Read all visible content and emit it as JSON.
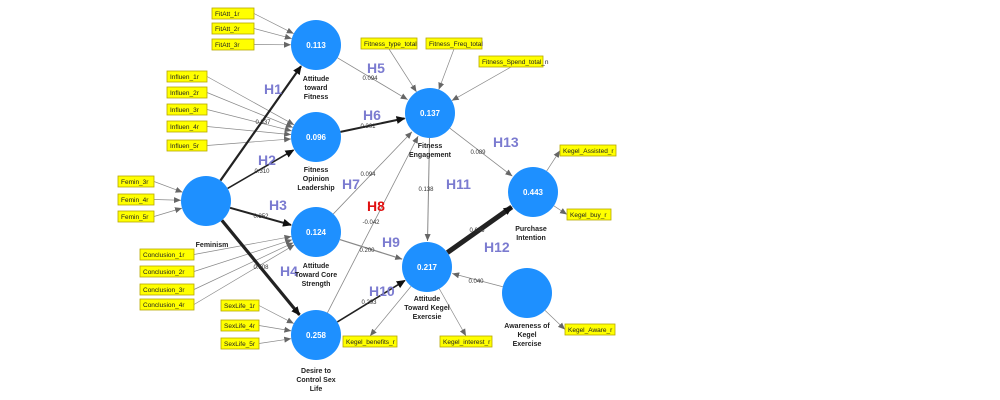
{
  "colors": {
    "construct": "#1e90ff",
    "indicator": "#ffff00",
    "hypothesis": "#7b7bd0",
    "hypothesis_alert": "#e01010"
  },
  "constructs": [
    {
      "id": "feminism",
      "r2": "",
      "label": [
        "",
        "Feminism"
      ]
    },
    {
      "id": "att_fitness",
      "r2": "0.113",
      "label": [
        "Attitude",
        "toward",
        "Fitness"
      ]
    },
    {
      "id": "fol",
      "r2": "0.096",
      "label": [
        "Fitness",
        "Opinion",
        "Leadership"
      ]
    },
    {
      "id": "core",
      "r2": "0.124",
      "label": [
        "Attitude",
        "Toward Core",
        "Strength"
      ]
    },
    {
      "id": "sexlife",
      "r2": "0.258",
      "label": [
        "Desire to",
        "Control Sex",
        "Life"
      ]
    },
    {
      "id": "engage",
      "r2": "0.137",
      "label": [
        "Fitness",
        "Engagement"
      ]
    },
    {
      "id": "kegel",
      "r2": "0.217",
      "label": [
        "Attitude",
        "Toward Kegel",
        "Exercsie"
      ]
    },
    {
      "id": "purchase",
      "r2": "0.443",
      "label": [
        "Purchase",
        "Intention"
      ]
    },
    {
      "id": "aware",
      "r2": "",
      "label": [
        "Awareness of",
        "Kegel",
        "Exercise"
      ]
    }
  ],
  "indicators": [
    {
      "id": "fitatt1",
      "text": "FitAtt_1r",
      "construct": "att_fitness"
    },
    {
      "id": "fitatt2",
      "text": "FitAtt_2r",
      "construct": "att_fitness"
    },
    {
      "id": "fitatt3",
      "text": "FitAtt_3r",
      "construct": "att_fitness"
    },
    {
      "id": "infl1",
      "text": "Influen_1r",
      "construct": "fol"
    },
    {
      "id": "infl2",
      "text": "Influen_2r",
      "construct": "fol"
    },
    {
      "id": "infl3",
      "text": "Influen_3r",
      "construct": "fol"
    },
    {
      "id": "infl4",
      "text": "Influen_4r",
      "construct": "fol"
    },
    {
      "id": "infl5",
      "text": "Influen_5r",
      "construct": "fol"
    },
    {
      "id": "fem3",
      "text": "Femin_3r",
      "construct": "feminism"
    },
    {
      "id": "fem4",
      "text": "Femin_4r",
      "construct": "feminism"
    },
    {
      "id": "fem5",
      "text": "Femin_5r",
      "construct": "feminism"
    },
    {
      "id": "conc1",
      "text": "Conclusion_1r",
      "construct": "core"
    },
    {
      "id": "conc2",
      "text": "Conclusion_2r",
      "construct": "core"
    },
    {
      "id": "conc3",
      "text": "Conclusion_3r",
      "construct": "core"
    },
    {
      "id": "conc4",
      "text": "Conclusion_4r",
      "construct": "core"
    },
    {
      "id": "sex1",
      "text": "SexLife_1r",
      "construct": "sexlife"
    },
    {
      "id": "sex4",
      "text": "SexLife_4r",
      "construct": "sexlife"
    },
    {
      "id": "sex5",
      "text": "SexLife_5r",
      "construct": "sexlife"
    },
    {
      "id": "ftype",
      "text": "Fitness_type_total",
      "construct": "engage"
    },
    {
      "id": "ffreq",
      "text": "Fitness_Freq_total",
      "construct": "engage"
    },
    {
      "id": "fspend",
      "text": "Fitness_Spend_total_n",
      "construct": "engage"
    },
    {
      "id": "kben",
      "text": "Kegel_benefits_r",
      "construct": "kegel"
    },
    {
      "id": "kint",
      "text": "Kegel_interest_r",
      "construct": "kegel"
    },
    {
      "id": "kassist",
      "text": "Kegel_Assisted_r",
      "construct": "purchase"
    },
    {
      "id": "kbuy",
      "text": "Kegel_buy_r",
      "construct": "purchase"
    },
    {
      "id": "kaware",
      "text": "Kegel_Aware_r",
      "construct": "aware"
    }
  ],
  "paths": [
    {
      "id": "p1",
      "from": "feminism",
      "to": "att_fitness",
      "coef": "0.337",
      "hyp": "H1"
    },
    {
      "id": "p2",
      "from": "feminism",
      "to": "fol",
      "coef": "0.310",
      "hyp": "H2"
    },
    {
      "id": "p3",
      "from": "feminism",
      "to": "core",
      "coef": "0.352",
      "hyp": "H3"
    },
    {
      "id": "p4",
      "from": "feminism",
      "to": "sexlife",
      "coef": "0.508",
      "hyp": "H4"
    },
    {
      "id": "p5",
      "from": "att_fitness",
      "to": "engage",
      "coef": "0.094",
      "hyp": "H5"
    },
    {
      "id": "p6",
      "from": "fol",
      "to": "engage",
      "coef": "0.301",
      "hyp": "H6"
    },
    {
      "id": "p7",
      "from": "core",
      "to": "engage",
      "coef": "0.094",
      "hyp": "H7"
    },
    {
      "id": "p8",
      "from": "sexlife",
      "to": "engage",
      "coef": "-0.042",
      "hyp": "H8"
    },
    {
      "id": "p9",
      "from": "core",
      "to": "kegel",
      "coef": "0.200",
      "hyp": "H9"
    },
    {
      "id": "p10",
      "from": "sexlife",
      "to": "kegel",
      "coef": "0.293",
      "hyp": "H10"
    },
    {
      "id": "p11",
      "from": "engage",
      "to": "kegel",
      "coef": "0.138",
      "hyp": "H11"
    },
    {
      "id": "p12",
      "from": "kegel",
      "to": "purchase",
      "coef": "0.646",
      "hyp": "H12"
    },
    {
      "id": "p13",
      "from": "engage",
      "to": "purchase",
      "coef": "0.089",
      "hyp": "H13"
    },
    {
      "id": "p14",
      "from": "aware",
      "to": "kegel",
      "coef": "0.040",
      "hyp": ""
    }
  ]
}
